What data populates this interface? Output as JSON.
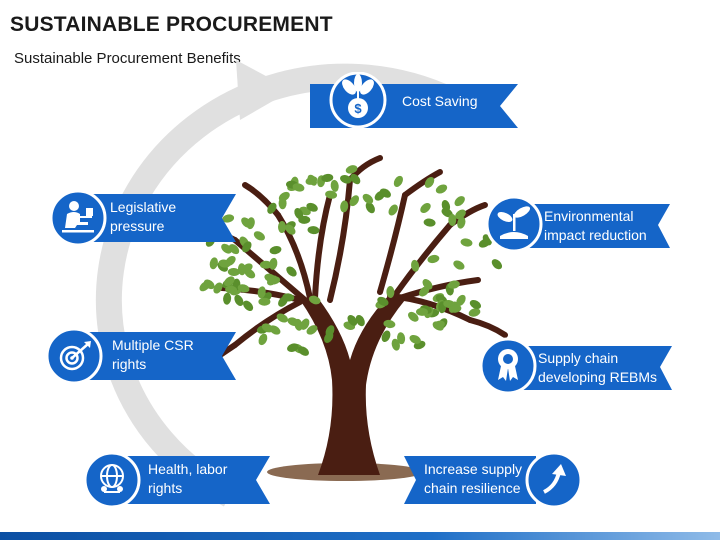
{
  "title": "SUSTAINABLE PROCUREMENT",
  "subtitle": "Sustainable Procurement Benefits",
  "colors": {
    "ribbon": "#1565c8",
    "ribbon_dark": "#0c3f86",
    "icon_circle": "#1565c8",
    "trunk": "#4a1e12",
    "leaf": "#6fa33e",
    "cycle_arrow": "#e1e1e1"
  },
  "items": [
    {
      "key": "cost_saving",
      "label": "Cost Saving",
      "icon": "money-plant-icon"
    },
    {
      "key": "environmental_impact",
      "label": "Environmental impact reduction",
      "icon": "sprout-icon"
    },
    {
      "key": "supply_chain_rebms",
      "label": "Supply chain developing REBMs",
      "icon": "award-badge-icon"
    },
    {
      "key": "resilience",
      "label": "Increase supply chain resilience",
      "icon": "arrow-up-icon"
    },
    {
      "key": "health_labor",
      "label": "Health, labor rights",
      "icon": "globe-people-icon"
    },
    {
      "key": "csr_rights",
      "label": "Multiple CSR rights",
      "icon": "target-icon"
    },
    {
      "key": "legislative",
      "label": "Legislative pressure",
      "icon": "person-desk-icon"
    }
  ]
}
